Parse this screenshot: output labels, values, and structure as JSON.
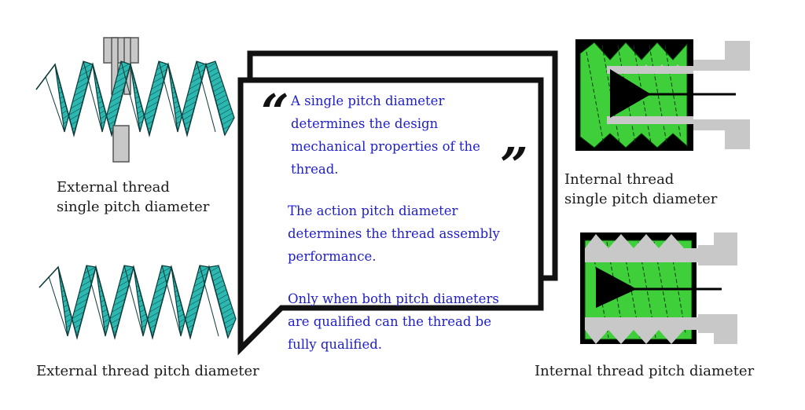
{
  "captions": {
    "ext_single": [
      "External thread",
      "single pitch diameter"
    ],
    "ext_pitch": "External thread pitch diameter",
    "int_single": [
      "Internal thread",
      "single pitch diameter"
    ],
    "int_pitch": "Internal thread pitch diameter"
  },
  "quote": {
    "open_mark": "“",
    "close_mark": "”",
    "paragraph1": "A single pitch diameter determines the design mechanical properties of the thread.",
    "paragraph2": "The action pitch diameter determines the thread assembly performance.",
    "paragraph3": "Only when both pitch diameters are qualified can the thread be fully qualified."
  },
  "colors": {
    "external_thread": "#2cb8b0",
    "internal_thread": "#3ecf3a",
    "gauge": "#c8c8c8",
    "quote_text": "#2020c8"
  }
}
